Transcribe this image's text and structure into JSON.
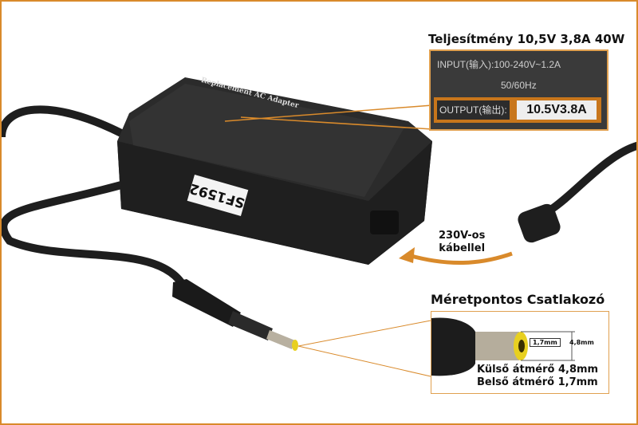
{
  "specs": {
    "title": "Teljesítmény 10,5V 3,8A 40W",
    "input": "INPUT(输入):100-240V~1.2A",
    "frequency": "50/60Hz",
    "output_label": "OUTPUT(输出):",
    "output_value": "10.5V3.8A"
  },
  "cable": {
    "label_line1": "230V-os",
    "label_line2": "kábellel"
  },
  "connector": {
    "title": "Méretpontos Csatlakozó",
    "inner_dim": "1,7mm",
    "outer_dim": "4,8mm",
    "outer_diameter": "Külső átmérő 4,8mm",
    "inner_diameter": "Belső átmérő 1,7mm"
  },
  "adapter": {
    "sku_label": "SF1592",
    "brand_label": "Replacement AC Adapter"
  },
  "colors": {
    "accent": "#d98a2b",
    "body": "#2a2a2a"
  }
}
